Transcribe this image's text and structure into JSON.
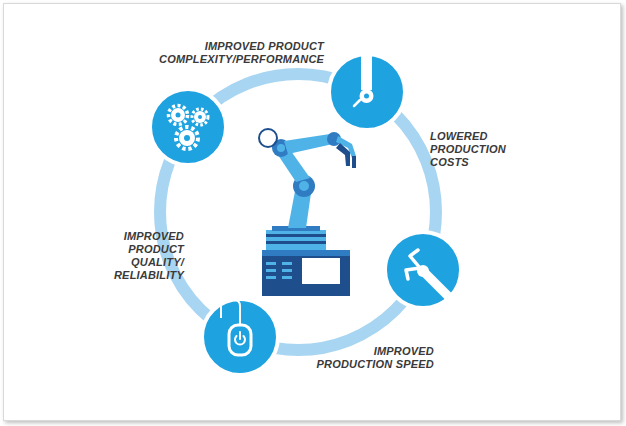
{
  "diagram": {
    "labels": [
      "IMPROVED PRODUCT COMPLEXITY/PERFORMANCE",
      "LOWERED PRODUCTION COSTS",
      "IMPROVED PRODUCT QUALITY/ RELIABILITY",
      "IMPROVED PRODUCTION SPEED"
    ]
  }
}
